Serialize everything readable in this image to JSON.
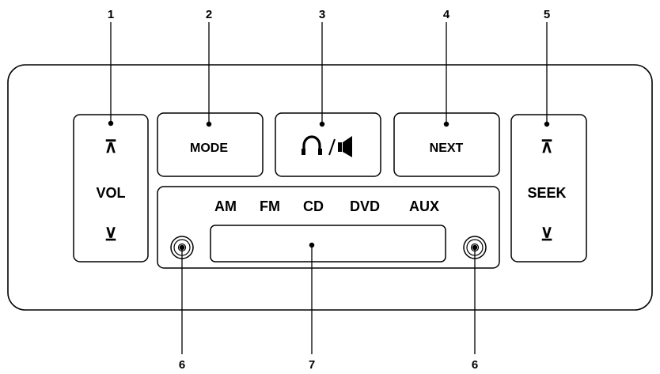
{
  "callouts": {
    "c1": "1",
    "c2": "2",
    "c3": "3",
    "c4": "4",
    "c5": "5",
    "c6_left": "6",
    "c7": "7",
    "c6_right": "6"
  },
  "buttons": {
    "vol_label": "VOL",
    "mode_label": "MODE",
    "next_label": "NEXT",
    "seek_label": "SEEK",
    "up_glyph": "⊼",
    "down_glyph": "⊻"
  },
  "sources": {
    "am": "AM",
    "fm": "FM",
    "cd": "CD",
    "dvd": "DVD",
    "aux": "AUX"
  },
  "icons": {
    "headphone_speaker": "headphone-speaker-icon",
    "jack": "headphone-jack-icon"
  }
}
